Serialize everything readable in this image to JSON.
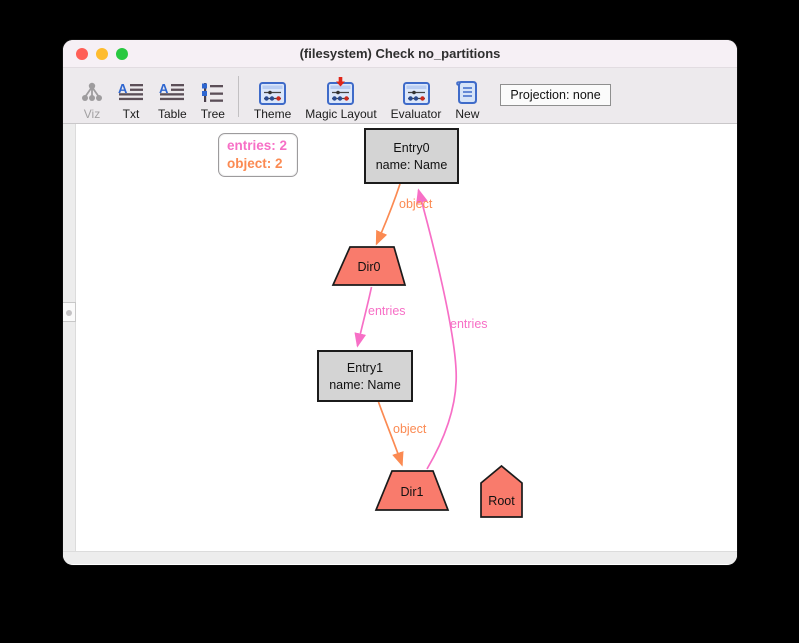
{
  "window": {
    "title": "(filesystem) Check no_partitions"
  },
  "toolbar": {
    "items": [
      {
        "id": "viz",
        "label": "Viz",
        "disabled": true
      },
      {
        "id": "txt",
        "label": "Txt",
        "disabled": false
      },
      {
        "id": "table",
        "label": "Table",
        "disabled": false
      },
      {
        "id": "tree",
        "label": "Tree",
        "disabled": false
      },
      {
        "id": "theme",
        "label": "Theme",
        "disabled": false
      },
      {
        "id": "magic-layout",
        "label": "Magic Layout",
        "disabled": false
      },
      {
        "id": "evaluator",
        "label": "Evaluator",
        "disabled": false
      },
      {
        "id": "new",
        "label": "New",
        "disabled": false
      }
    ],
    "projection_label": "Projection: none"
  },
  "legend": {
    "entries": "entries: 2",
    "object": "object: 2"
  },
  "colors": {
    "entries": "#f76fc6",
    "object": "#fb8a52",
    "node_fill": "#f97b6c",
    "box_fill": "#d4d4d4"
  },
  "graph": {
    "nodes": [
      {
        "id": "Entry0",
        "shape": "box",
        "label": "Entry0",
        "sub": "name: Name"
      },
      {
        "id": "Dir0",
        "shape": "trapezoid",
        "label": "Dir0",
        "sub": ""
      },
      {
        "id": "Entry1",
        "shape": "box",
        "label": "Entry1",
        "sub": "name: Name"
      },
      {
        "id": "Dir1",
        "shape": "trapezoid",
        "label": "Dir1",
        "sub": ""
      },
      {
        "id": "Root",
        "shape": "house",
        "label": "Root",
        "sub": ""
      }
    ],
    "edges": [
      {
        "label": "object",
        "from": "Entry0",
        "to": "Dir0",
        "color": "object"
      },
      {
        "label": "entries",
        "from": "Dir0",
        "to": "Entry1",
        "color": "entries"
      },
      {
        "label": "object",
        "from": "Entry1",
        "to": "Dir1",
        "color": "object"
      },
      {
        "label": "entries",
        "from": "Dir1",
        "to": "Entry0",
        "color": "entries"
      }
    ]
  }
}
